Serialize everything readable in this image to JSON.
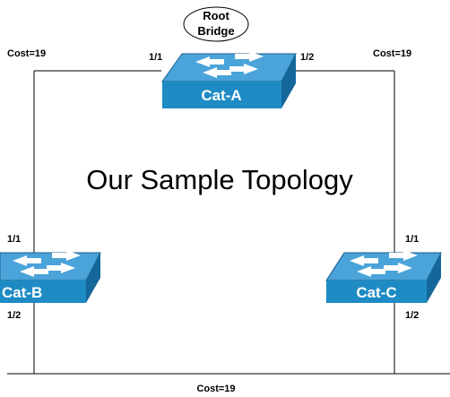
{
  "title": "Our Sample Topology",
  "root_bridge": {
    "line1": "Root",
    "line2": "Bridge"
  },
  "colors": {
    "switch_top": "#4aa3d9",
    "switch_front": "#1f8bc4",
    "switch_side": "#13679a",
    "arrow": "#ffffff",
    "wire": "#000000"
  },
  "switches": {
    "cat_a": {
      "name": "Cat-A",
      "port_left": "1/1",
      "port_right": "1/2"
    },
    "cat_b": {
      "name": "Cat-B",
      "port_top": "1/1",
      "port_bottom": "1/2"
    },
    "cat_c": {
      "name": "Cat-C",
      "port_top": "1/1",
      "port_bottom": "1/2"
    }
  },
  "costs": {
    "a_b_link": "Cost=19",
    "a_c_link": "Cost=19",
    "b_c_link": "Cost=19"
  }
}
